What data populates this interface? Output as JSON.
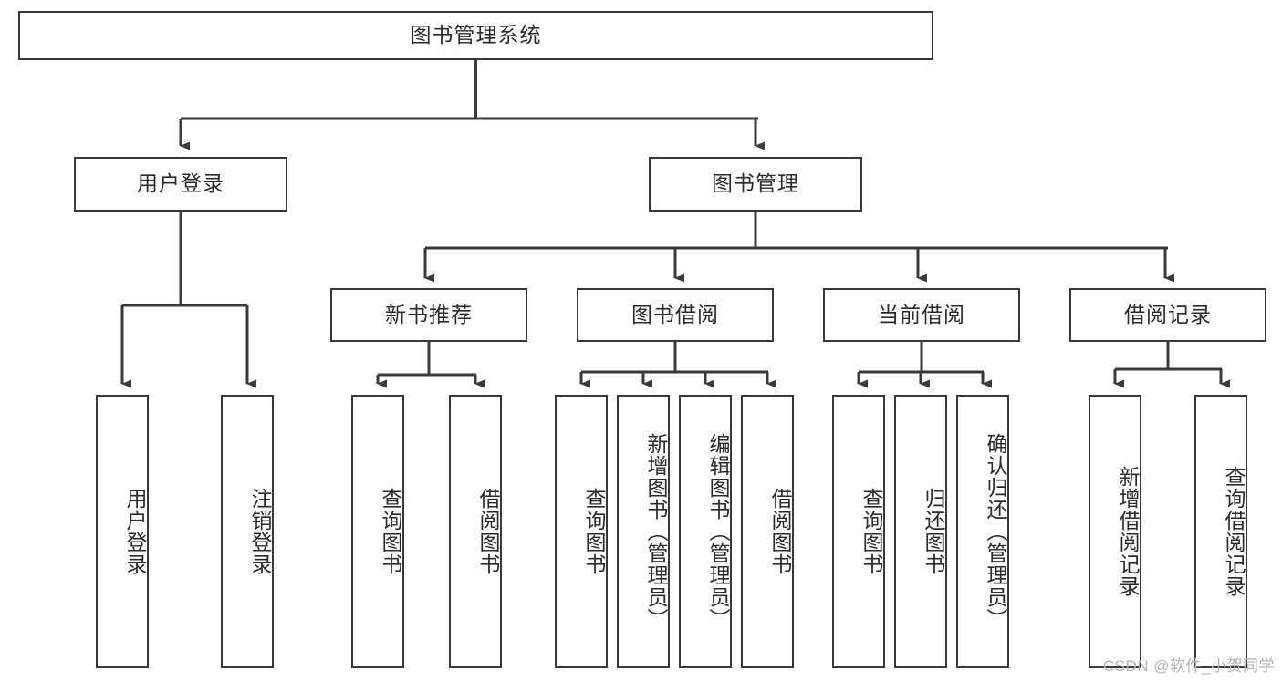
{
  "diagram": {
    "type": "tree-hierarchy-flowchart",
    "title": "图书管理系统",
    "colors": {
      "background": "#ffffff",
      "node_border": "#3a3a3a",
      "node_fill": "#ffffff",
      "edge": "#3a3a3a",
      "text": "#2b2b2b",
      "watermark": "#b4b4b4"
    },
    "root": {
      "label": "图书管理系统"
    },
    "level2": [
      {
        "label": "用户登录"
      },
      {
        "label": "图书管理"
      }
    ],
    "level3": [
      {
        "label": "新书推荐"
      },
      {
        "label": "图书借阅"
      },
      {
        "label": "当前借阅"
      },
      {
        "label": "借阅记录"
      }
    ],
    "leaves": {
      "user_login": [
        {
          "label": "用户登录"
        },
        {
          "label": "注销登录"
        }
      ],
      "new_book_recommend": [
        {
          "label": "查询图书"
        },
        {
          "label": "借阅图书"
        }
      ],
      "book_borrow": [
        {
          "label": "查询图书"
        },
        {
          "label": "新增图书（管理员）"
        },
        {
          "label": "编辑图书（管理员）"
        },
        {
          "label": "借阅图书"
        }
      ],
      "current_borrow": [
        {
          "label": "查询图书"
        },
        {
          "label": "归还图书"
        },
        {
          "label": "确认归还（管理员）"
        }
      ],
      "borrow_record": [
        {
          "label": "新增借阅记录"
        },
        {
          "label": "查询借阅记录"
        }
      ]
    },
    "watermark": "CSDN @软件_小贺同学"
  }
}
